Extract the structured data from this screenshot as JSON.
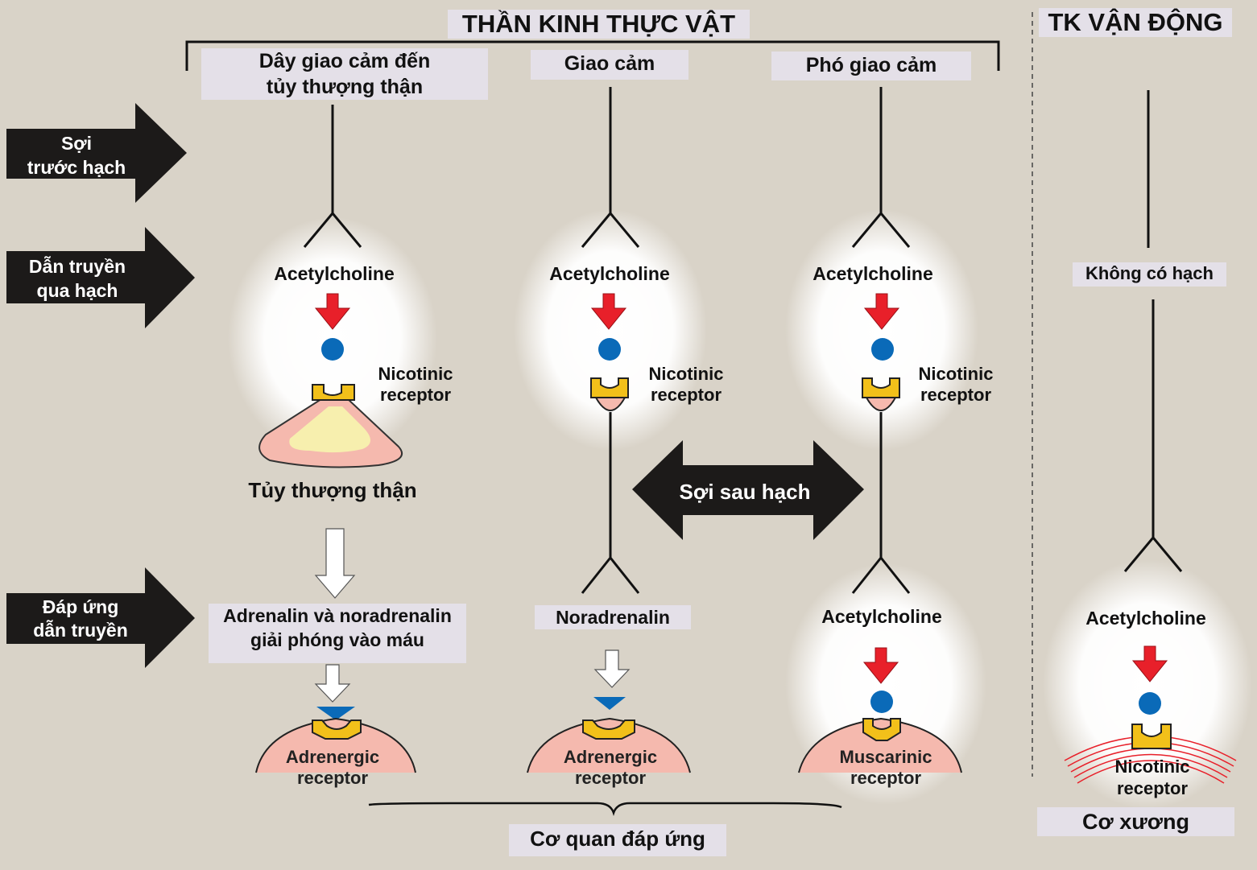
{
  "header": {
    "autonomic_title": "THẦN KINH THỰC VẬT",
    "motor_title": "TK VẬN ĐỘNG"
  },
  "columns": {
    "adrenal": "Dây giao cảm đến\ntủy thượng thận",
    "sympathetic": "Giao cảm",
    "parasympathetic": "Phó giao cảm"
  },
  "row_labels": {
    "preganglionic": "Sợi\ntrước hạch",
    "ganglionic": "Dẫn truyền\nqua hạch",
    "postganglionic": "Sợi sau hạch",
    "effector": "Đáp ứng\ndẫn truyền"
  },
  "transmitters": {
    "acetylcholine": "Acetylcholine",
    "noradrenalin": "Noradrenalin",
    "adrenal_release": "Adrenalin và noradrenalin\ngiải phóng vào máu",
    "no_ganglion": "Không có hạch"
  },
  "receptors": {
    "nicotinic": "Nicotinic\nreceptor",
    "adrenergic": "Adrenergic\nreceptor",
    "muscarinic": "Muscarinic\nreceptor"
  },
  "organs": {
    "adrenal_medulla": "Tủy thượng thận",
    "effector_organs": "Cơ quan đáp ứng",
    "skeletal_muscle": "Cơ xương"
  },
  "colors": {
    "background": "#d9d3c8",
    "arrow_dark": "#1c1a19",
    "red_arrow": "#e8202a",
    "molecule_blue": "#0a6ab8",
    "receptor_yellow": "#f2c01a",
    "tissue_pink": "#f5b9ae",
    "label_box": "#e4e0e8"
  }
}
